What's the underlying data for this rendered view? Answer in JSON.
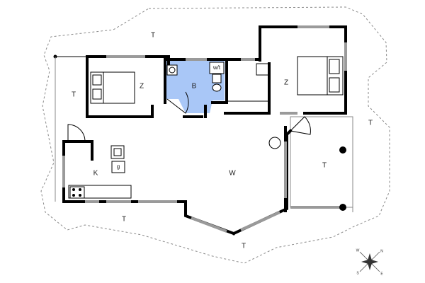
{
  "rooms": {
    "terrace_top": "T",
    "terrace_left": "T",
    "terrace_right_outer": "T",
    "terrace_right_inner": "T",
    "terrace_bottom_left": "T",
    "terrace_bottom": "T",
    "bedroom_left": "Z",
    "bedroom_right": "Z",
    "bathroom": "B",
    "wc": "w/t",
    "kitchen": "K",
    "kitchen_g": "g",
    "living": "W"
  },
  "compass": {
    "n": "N",
    "s": "S",
    "e": "E",
    "w": "W"
  },
  "colors": {
    "wall": "#000000",
    "bathroom": "#a9c7f7",
    "window": "#9a9a9a",
    "terrace_border": "#8a8a8a"
  }
}
